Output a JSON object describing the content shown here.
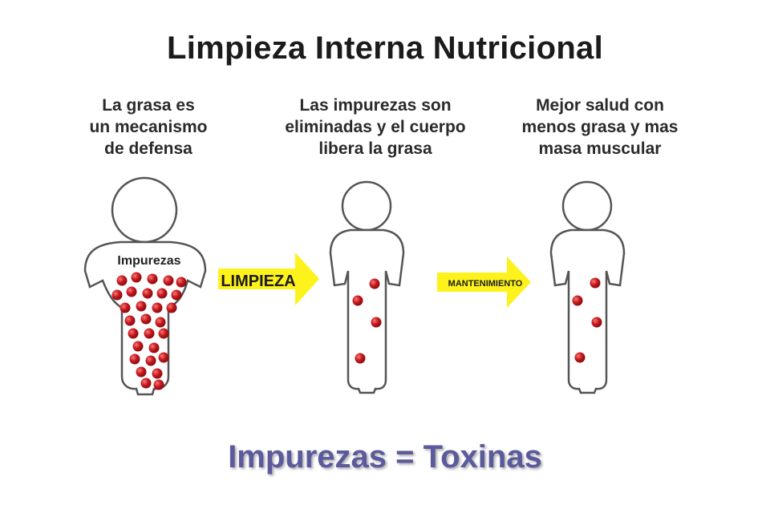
{
  "title": "Limpieza Interna Nutricional",
  "stages": [
    {
      "caption_lines": [
        "La grasa es",
        "un mecanismo",
        "de defensa"
      ],
      "figure_label": "Impurezas"
    },
    {
      "caption_lines": [
        "Las impurezas son",
        "eliminadas y el cuerpo",
        "libera la grasa"
      ]
    },
    {
      "caption_lines": [
        "Mejor salud con",
        "menos grasa y mas",
        "masa muscular"
      ]
    }
  ],
  "arrows": [
    {
      "label": "LIMPIEZA"
    },
    {
      "label": "MANTENIMIENTO"
    }
  ],
  "footer": "Impurezas = Toxinas",
  "colors": {
    "arrow_fill": "#fdf21c",
    "dot_red": "#c8171d",
    "footer_text": "#5b5a9c",
    "outline": "#555555"
  }
}
